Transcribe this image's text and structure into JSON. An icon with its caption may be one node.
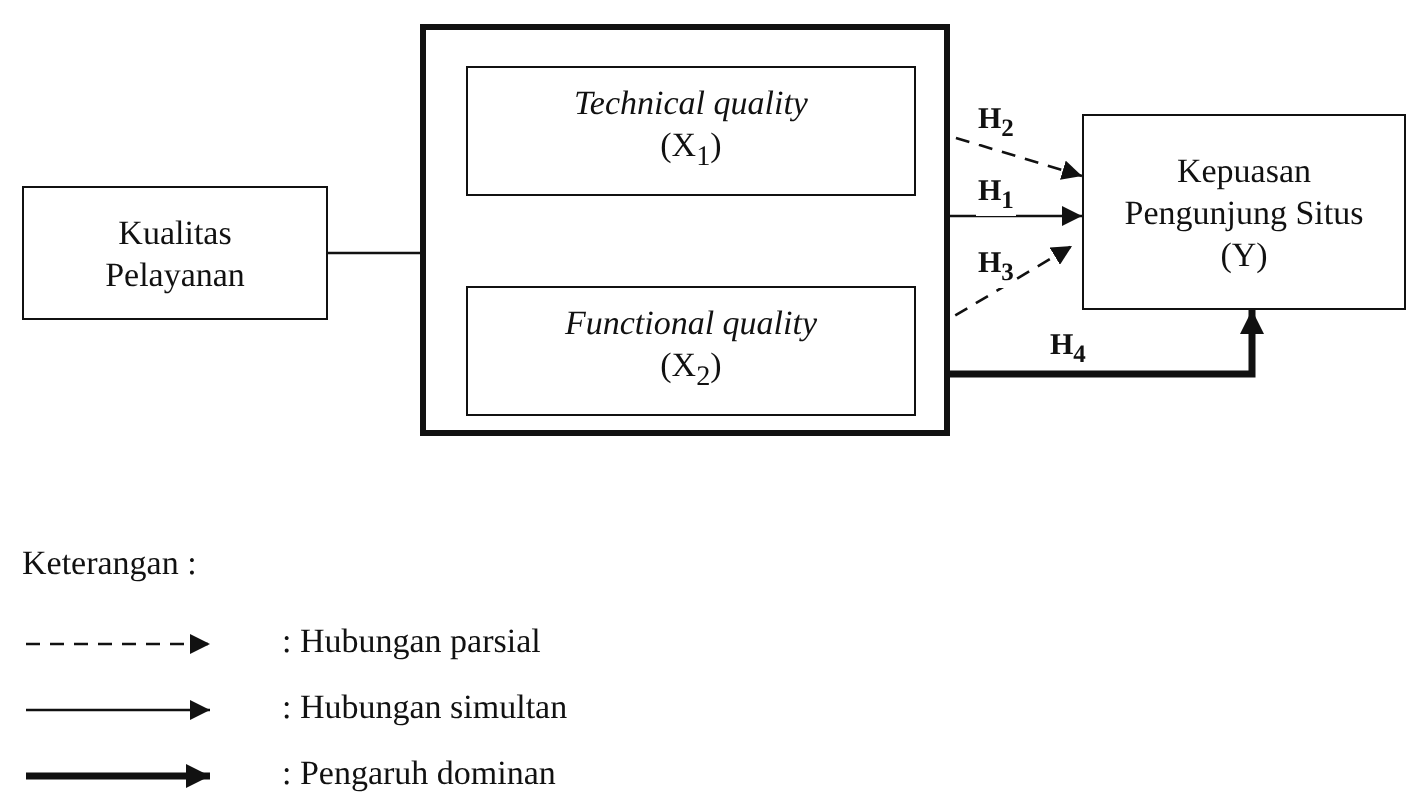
{
  "diagram": {
    "nodes": [
      {
        "text": [
          "Kualitas Pelayanan"
        ]
      },
      {
        "text": [],
        "shape": "box"
      },
      {
        "text": [
          "Technical quality",
          "(X$_{1}$)"
        ],
        "in": 1
      },
      {
        "text": [
          "Functional quality",
          "(X$_{2}$)"
        ],
        "in": 1
      },
      {
        "text": [
          "Kepuasan Pengunjung Situs (Y)"
        ]
      }
    ],
    "edges": [
      {
        "from": 0,
        "to": 1,
        "arrow": "none"
      },
      {
        "from": 2,
        "to": 4,
        "arrow": "to",
        "label": "H$_{2}$",
        "style": "dashed"
      },
      {
        "from": 1,
        "to": 4,
        "arrow": "to",
        "label": "H$_{1}$"
      },
      {
        "from": 3,
        "to": 4,
        "arrow": "to",
        "label": "H$_{3}$",
        "style": "dashed"
      },
      {
        "from": 3,
        "to": 4,
        "arrow": "to",
        "label": "H$_{4}$",
        "style": "thick"
      }
    ],
    "labels": [
      "Keterangan :"
    ],
    "legend": [
      {
        "text": ": Hubungan parsial"
      },
      {
        "text": ": Hubungan simultan"
      },
      {
        "text": ": Pengaruh dominan"
      }
    ]
  }
}
